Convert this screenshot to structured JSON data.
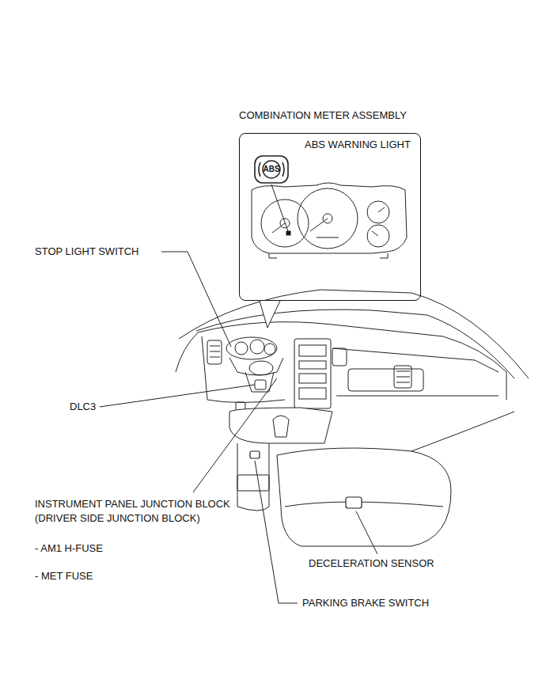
{
  "diagram": {
    "nodes": [
      {
        "text": [
          "COMBINATION METER ASSEMBLY",
          "ABS WARNING LIGHT"
        ]
      }
    ],
    "edges": [],
    "labels": [
      "ABS",
      "STOP LIGHT SWITCH",
      "DLC3",
      "INSTRUMENT PANEL JUNCTION BLOCK (DRIVER SIDE JUNCTION BLOCK)",
      "- AM1 H-FUSE",
      "- MET FUSE",
      "DECELERATION SENSOR",
      "PARKING BRAKE SWITCH"
    ]
  }
}
